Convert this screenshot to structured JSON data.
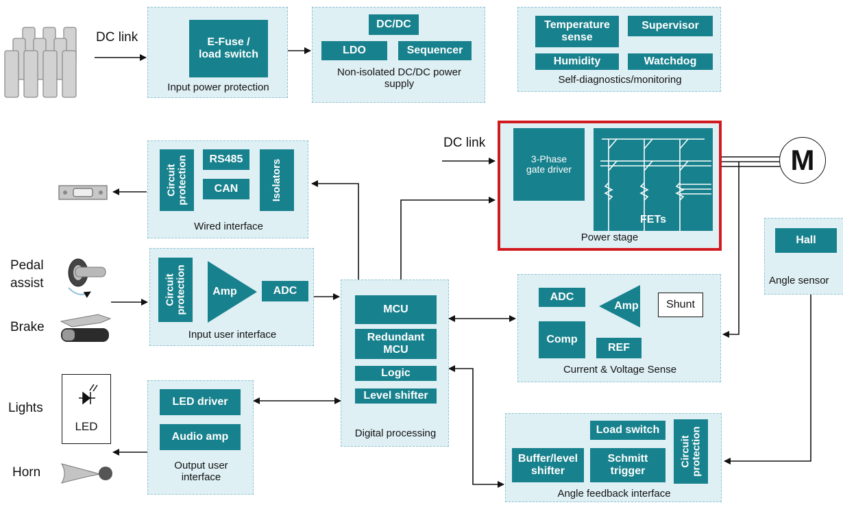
{
  "external": {
    "dc_link_top": "DC link",
    "dc_link_mid": "DC link",
    "pedal_assist": "Pedal\nassist",
    "brake": "Brake",
    "lights": "Lights",
    "horn": "Horn",
    "led_box": "LED",
    "motor": "M"
  },
  "input_power": {
    "caption": "Input power protection",
    "efuse": "E-Fuse /\nload switch"
  },
  "dcdc": {
    "caption": "Non-isolated DC/DC power\nsupply",
    "dcdc": "DC/DC",
    "ldo": "LDO",
    "sequencer": "Sequencer"
  },
  "diag": {
    "caption": "Self-diagnostics/monitoring",
    "temperature": "Temperature\nsense",
    "supervisor": "Supervisor",
    "humidity": "Humidity",
    "watchdog": "Watchdog"
  },
  "wired": {
    "caption": "Wired interface",
    "circuit_protection": "Circuit\nprotection",
    "rs485": "RS485",
    "can": "CAN",
    "isolators": "Isolators"
  },
  "input_ui": {
    "caption": "Input user interface",
    "circuit_protection": "Circuit\nprotection",
    "amp": "Amp",
    "adc": "ADC"
  },
  "digital": {
    "caption": "Digital processing",
    "mcu": "MCU",
    "redundant_mcu": "Redundant\nMCU",
    "logic": "Logic",
    "level_shifter": "Level shifter"
  },
  "output_ui": {
    "caption": "Output user\ninterface",
    "led_driver": "LED driver",
    "audio_amp": "Audio amp"
  },
  "power_stage": {
    "caption": "Power stage",
    "gate_driver": "3-Phase\ngate driver",
    "fets": "FETs",
    "highlight_color": "#d11a1f"
  },
  "sense": {
    "caption": "Current & Voltage Sense",
    "adc": "ADC",
    "amp": "Amp",
    "shunt": "Shunt",
    "comp": "Comp",
    "ref": "REF"
  },
  "angle_sensor": {
    "caption": "Angle sensor",
    "hall": "Hall"
  },
  "angle_fb": {
    "caption": "Angle feedback interface",
    "load_switch": "Load switch",
    "buffer": "Buffer/level\nshifter",
    "schmitt": "Schmitt\ntrigger",
    "circuit_protection": "Circuit\nprotection"
  },
  "colors": {
    "block": "#17818d",
    "group": "#dff0f5",
    "group_border": "#8fc3d3",
    "wire": "#111111"
  }
}
